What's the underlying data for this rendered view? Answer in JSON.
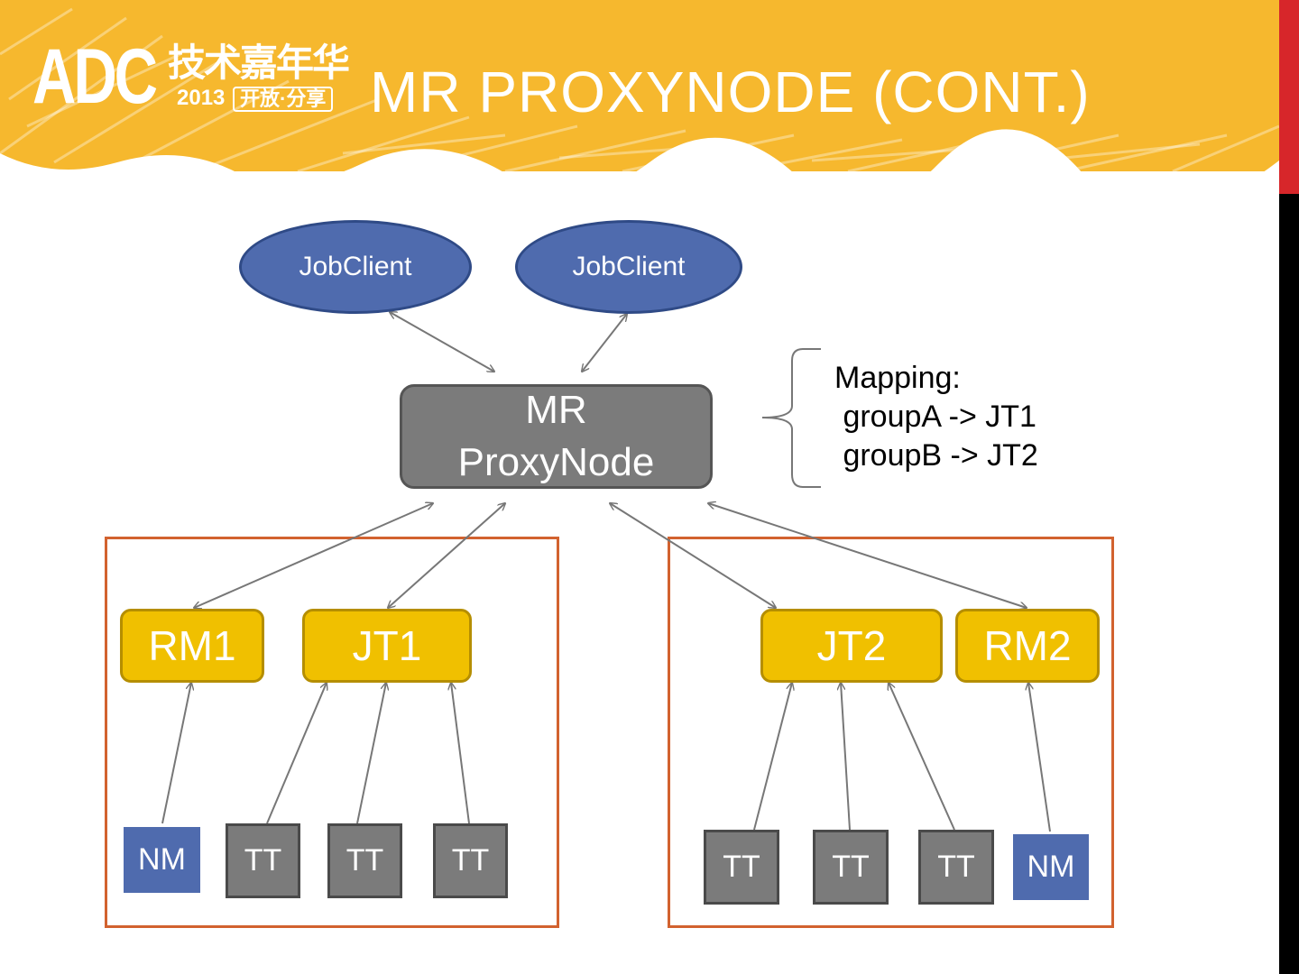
{
  "slide": {
    "title": "MR PROXYNODE (CONT.)"
  },
  "logo": {
    "main": "ADC",
    "cn": "技术嘉年华",
    "year": "2013",
    "slogan": "开放·分享"
  },
  "diagram": {
    "job_clients": [
      "JobClient",
      "JobClient"
    ],
    "proxy": {
      "line1": "MR",
      "line2": "ProxyNode"
    },
    "mapping": {
      "heading": "Mapping:",
      "entries": [
        " groupA -> JT1",
        " groupB -> JT2"
      ]
    },
    "group_a": {
      "rm": "RM1",
      "jt": "JT1",
      "workers": [
        "NM",
        "TT",
        "TT",
        "TT"
      ]
    },
    "group_b": {
      "jt": "JT2",
      "rm": "RM2",
      "workers": [
        "TT",
        "TT",
        "TT",
        "NM"
      ]
    }
  },
  "colors": {
    "banner": "#f6b82e",
    "ellipse": "#4f6bae",
    "proxy": "#7b7b7b",
    "tracker": "#f0c000",
    "group_border": "#d2622f",
    "arrow": "#777777"
  }
}
